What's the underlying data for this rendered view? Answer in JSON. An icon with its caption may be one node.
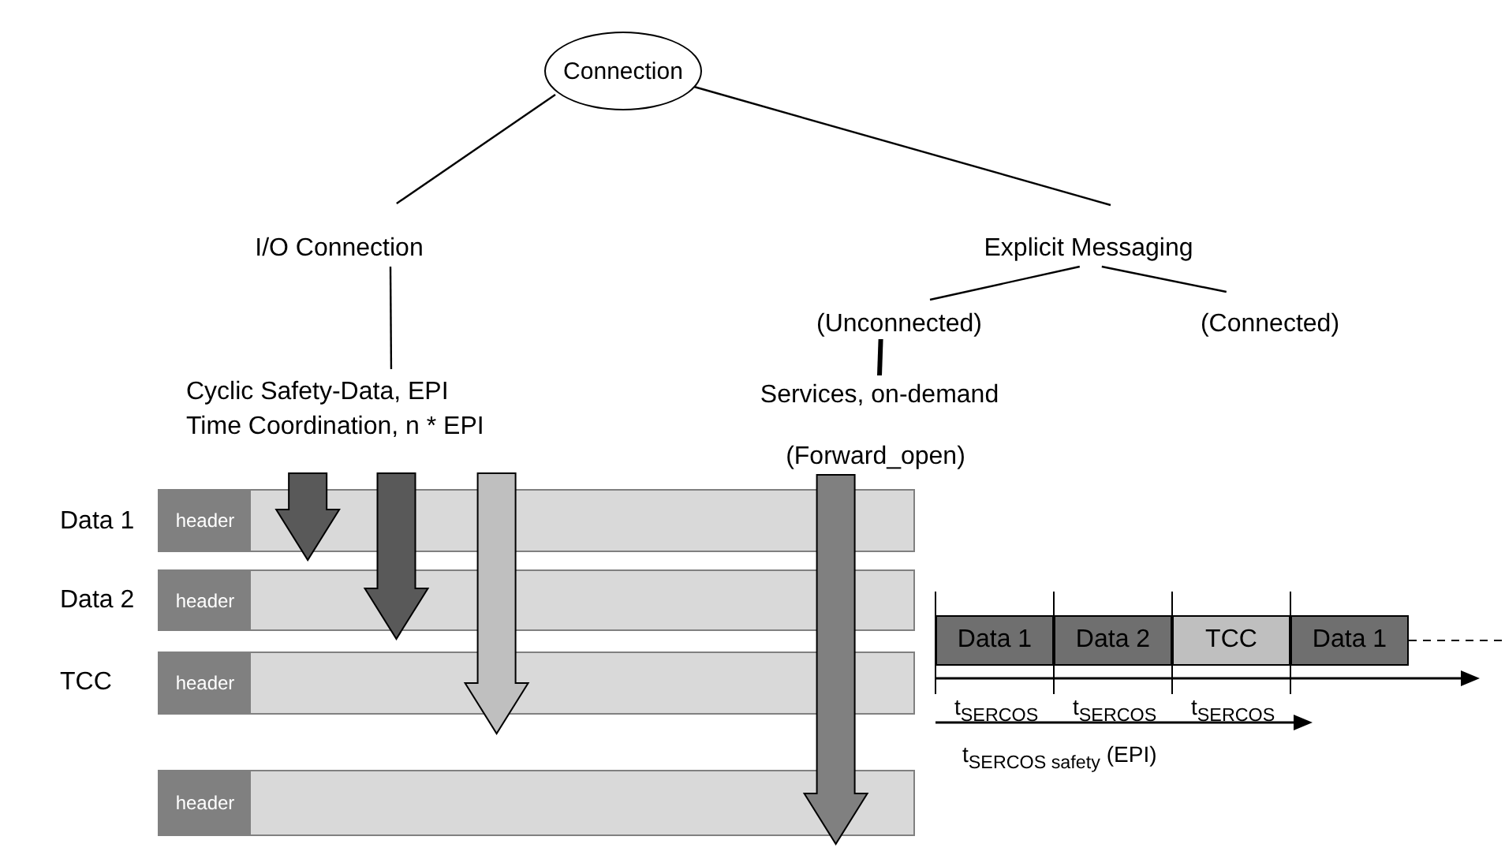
{
  "diagram": {
    "nodes": [
      {
        "text": [
          "Connection"
        ]
      },
      {
        "text": [
          "I/O Connection"
        ]
      },
      {
        "text": [
          "Explicit Messaging"
        ]
      },
      {
        "text": [
          "(Unconnected)"
        ]
      },
      {
        "text": [
          "(Connected)"
        ]
      },
      {
        "text": [
          "Cyclic Safety-Data, EPI Time Coordination, n * EPI"
        ]
      },
      {
        "text": [
          "Services, on-demand"
        ]
      },
      {
        "text": [
          "(Forward_open)"
        ]
      },
      {
        "text": [],
        "shape": "bar",
        "beside": [
          "Data 1"
        ]
      },
      {
        "text": [
          "header"
        ],
        "in": 8
      },
      {
        "text": [],
        "shape": "bar",
        "beside": [
          "Data 2"
        ]
      },
      {
        "text": [
          "header"
        ],
        "in": 10
      },
      {
        "text": [],
        "shape": "bar",
        "beside": [
          "TCC"
        ]
      },
      {
        "text": [
          "header"
        ],
        "in": 12
      },
      {
        "text": [],
        "shape": "bar"
      },
      {
        "text": [
          "header"
        ],
        "in": 14
      },
      {
        "text": [
          "Data 1"
        ]
      },
      {
        "text": [
          "Data 2"
        ]
      },
      {
        "text": [
          "TCC"
        ]
      },
      {
        "text": [
          "Data 1"
        ]
      }
    ],
    "edges": [
      {
        "from": 0,
        "to": 1,
        "arrow": "none"
      },
      {
        "from": 0,
        "to": 2,
        "arrow": "none"
      },
      {
        "from": 2,
        "to": 3,
        "arrow": "none"
      },
      {
        "from": 2,
        "to": 4,
        "arrow": "none"
      },
      {
        "from": 1,
        "to": 5,
        "arrow": "none"
      },
      {
        "from": 3,
        "to": 6,
        "arrow": "none",
        "style": "thick"
      },
      {
        "from": 5,
        "to": 8,
        "arrow": "to",
        "style": "thick",
        "color": "#595959"
      },
      {
        "from": 5,
        "to": 10,
        "arrow": "to",
        "style": "thick",
        "color": "#595959"
      },
      {
        "from": 5,
        "to": 12,
        "arrow": "to",
        "style": "thick",
        "color": "#bfbfbf"
      },
      {
        "from": 7,
        "to": 14,
        "arrow": "to",
        "style": "thick",
        "color": "#808080"
      }
    ],
    "labels": [
      "t$_{SERCOS}$",
      "t$_{SERCOS}$",
      "t$_{SERCOS}$",
      "t$_{SERCOS safety}$ (EPI)"
    ]
  }
}
